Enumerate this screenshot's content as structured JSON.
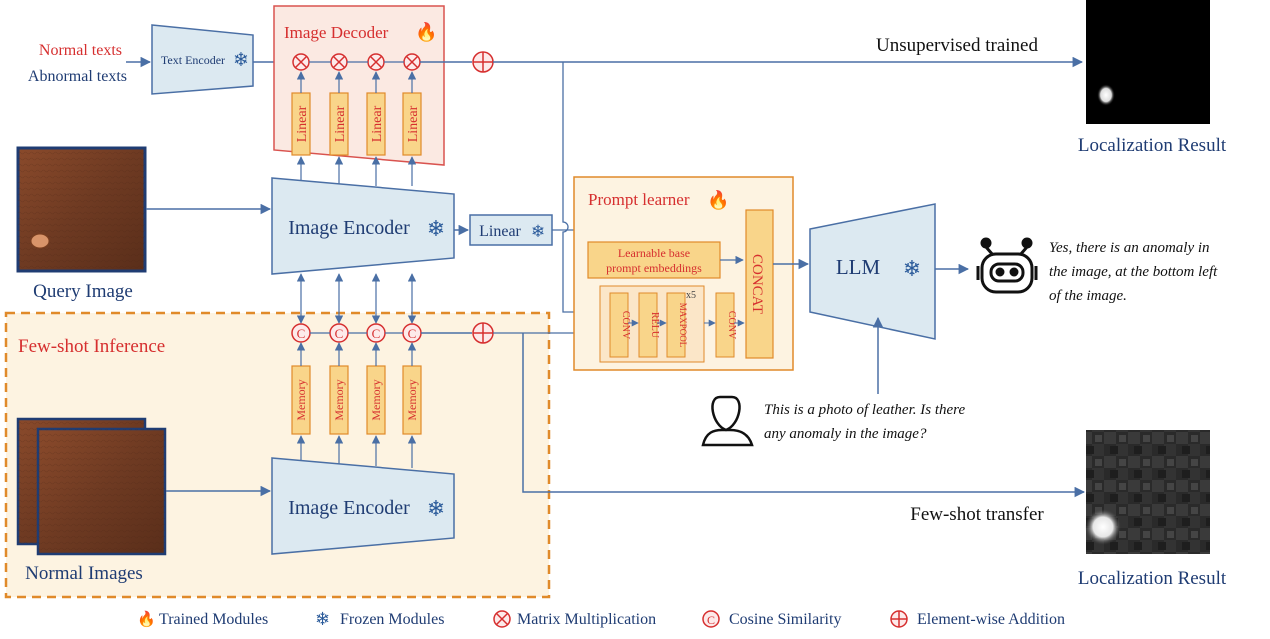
{
  "inputs": {
    "normal_texts": "Normal texts",
    "abnormal_texts": "Abnormal texts",
    "query_image_label": "Query Image",
    "normal_images_label": "Normal Images"
  },
  "modules": {
    "text_encoder": "Text Encoder",
    "image_decoder": "Image Decoder",
    "image_encoder": "Image Encoder",
    "linear": "Linear",
    "memory": "Memory",
    "prompt_learner": "Prompt learner",
    "learnable_line1": "Learnable base",
    "learnable_line2": "prompt embeddings",
    "conv": "CONV",
    "relu": "RELU",
    "maxpool": "MAXPOOL",
    "repeat": "x5",
    "concat": "CONCAT",
    "llm": "LLM",
    "few_shot_inference": "Few-shot Inference"
  },
  "outputs": {
    "unsupervised": "Unsupervised trained",
    "few_shot_transfer": "Few-shot transfer",
    "localization_result": "Localization Result",
    "answer_line1": "Yes, there is an anomaly in",
    "answer_line2": "the image, at the bottom left",
    "answer_line3": "of the image.",
    "question_line1": "This is a photo of leather. Is there",
    "question_line2": "any anomaly in the image?"
  },
  "legend": {
    "trained": "Trained Modules",
    "frozen": "Frozen Modules",
    "matmul": "Matrix Multiplication",
    "cosine": "Cosine Similarity",
    "addition": "Element-wise Addition"
  },
  "colors": {
    "arrow": "#4a6fa5",
    "encoder_fill": "#dce9f1",
    "encoder_stroke": "#4a6fa5",
    "decoder_fill": "#fbe9e2",
    "decoder_stroke": "#d9534f",
    "orange_block": "#f9d58a",
    "orange_stroke": "#e08a2a",
    "red": "#d62f2f",
    "navy": "#1f3c73",
    "few_shot_fill": "#fdf3e1"
  },
  "icons": [
    "fire-icon",
    "snowflake-icon",
    "robot-icon",
    "user-icon",
    "leather-image",
    "anomaly-map"
  ]
}
